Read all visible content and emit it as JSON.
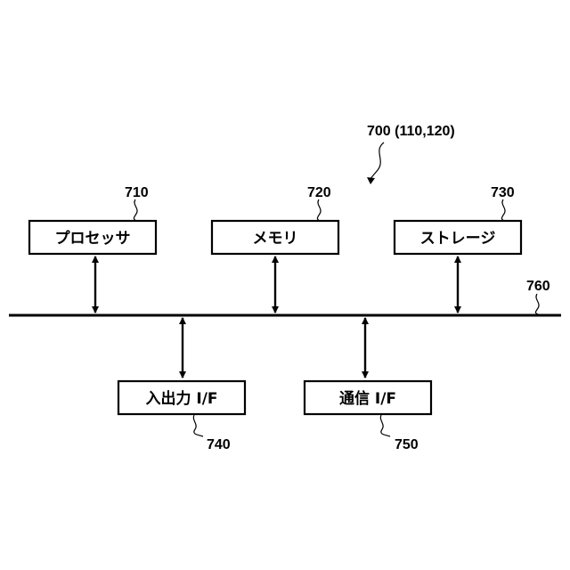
{
  "diagram": {
    "system_ref": "700 (110,120)",
    "bus_ref": "760",
    "components": [
      {
        "id": "processor",
        "ref": "710",
        "label": "プロセッサ"
      },
      {
        "id": "memory",
        "ref": "720",
        "label": "メモリ"
      },
      {
        "id": "storage",
        "ref": "730",
        "label": "ストレージ"
      },
      {
        "id": "io-if",
        "ref": "740",
        "label": "入出力 I/F"
      },
      {
        "id": "comm-if",
        "ref": "750",
        "label": "通信 I/F"
      }
    ]
  }
}
